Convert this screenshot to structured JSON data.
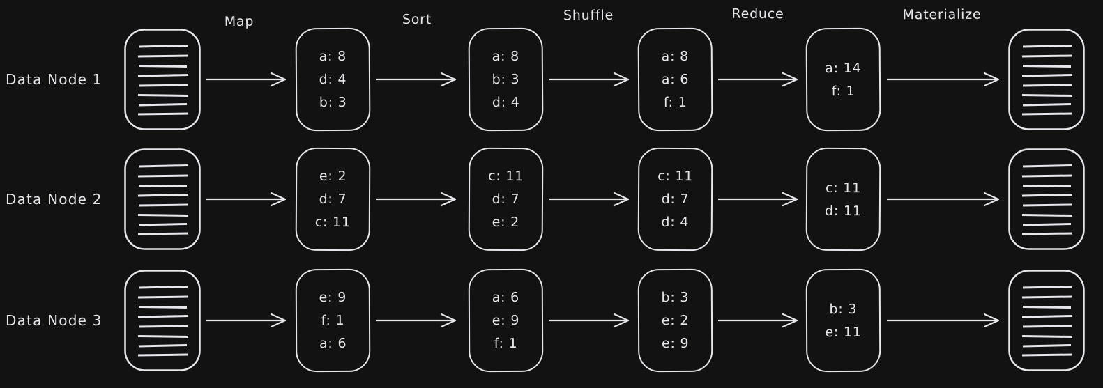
{
  "colors": {
    "background": "#121212",
    "ink": "#e7e7eb"
  },
  "stage_labels": [
    "Map",
    "Sort",
    "Shuffle",
    "Reduce",
    "Materialize"
  ],
  "rows": [
    {
      "label": "Data Node 1",
      "map": [
        "a: 8",
        "d: 4",
        "b: 3"
      ],
      "sort": [
        "a: 8",
        "b: 3",
        "d: 4"
      ],
      "shuffle": [
        "a: 8",
        "a: 6",
        "f: 1"
      ],
      "reduce": [
        "a: 14",
        "f: 1"
      ]
    },
    {
      "label": "Data Node 2",
      "map": [
        "e: 2",
        "d: 7",
        "c: 11"
      ],
      "sort": [
        "c: 11",
        "d: 7",
        "e: 2"
      ],
      "shuffle": [
        "c: 11",
        "d: 7",
        "d: 4"
      ],
      "reduce": [
        "c: 11",
        "d: 11"
      ]
    },
    {
      "label": "Data Node 3",
      "map": [
        "e: 9",
        "f: 1",
        "a: 6"
      ],
      "sort": [
        "a: 6",
        "e: 9",
        "f: 1"
      ],
      "shuffle": [
        "b: 3",
        "e: 2",
        "e: 9"
      ],
      "reduce": [
        "b: 3",
        "e: 11"
      ]
    }
  ]
}
